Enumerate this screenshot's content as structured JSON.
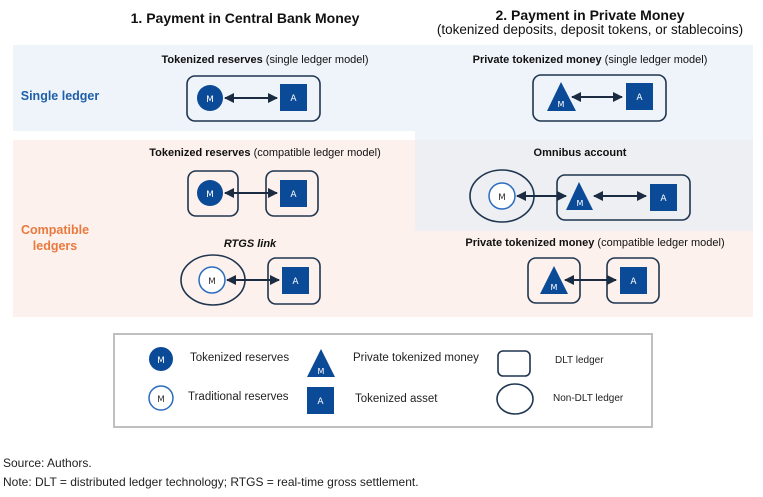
{
  "columns": [
    {
      "title": "1. Payment in Central Bank Money",
      "subtitle": ""
    },
    {
      "title": "2. Payment in Private Money",
      "subtitle": "(tokenized deposits, deposit tokens, or stablecoins)"
    }
  ],
  "rows": {
    "single": "Single ledger",
    "compatible_line1": "Compatible",
    "compatible_line2": "ledgers"
  },
  "panels": {
    "tr_single": {
      "bold": "Tokenized reserves",
      "rest": " (single ledger model)"
    },
    "ptm_single": {
      "bold": "Private tokenized money",
      "rest": " (single ledger model)"
    },
    "tr_compat": {
      "bold": "Tokenized reserves",
      "rest": " (compatible ledger model)"
    },
    "omnibus": {
      "bold": "Omnibus account",
      "rest": ""
    },
    "rtgs": {
      "italic": "RTGS link"
    },
    "ptm_compat": {
      "bold": "Private tokenized money",
      "rest": " (compatible ledger model)"
    }
  },
  "symbols": {
    "money": "M",
    "asset": "A"
  },
  "legend": {
    "tokenized_reserves": "Tokenized reserves",
    "traditional_reserves": "Traditional reserves",
    "private_tokenized_money": "Private tokenized money",
    "tokenized_asset": "Tokenized asset",
    "dlt_ledger": "DLT ledger",
    "non_dlt_ledger": "Non-DLT ledger"
  },
  "footer": {
    "source": "Source: Authors.",
    "note": "Note: DLT = distributed ledger technology; RTGS = real-time gross settlement."
  },
  "colors": {
    "token_blue": "#0b4a97",
    "ledger_outline": "#1f3550",
    "single_label": "#1f5fa8",
    "compat_label": "#e97a3f",
    "single_band": "#eff4fa",
    "compat_band": "#fcf1ec",
    "omnibus_band": "#edeff2"
  }
}
